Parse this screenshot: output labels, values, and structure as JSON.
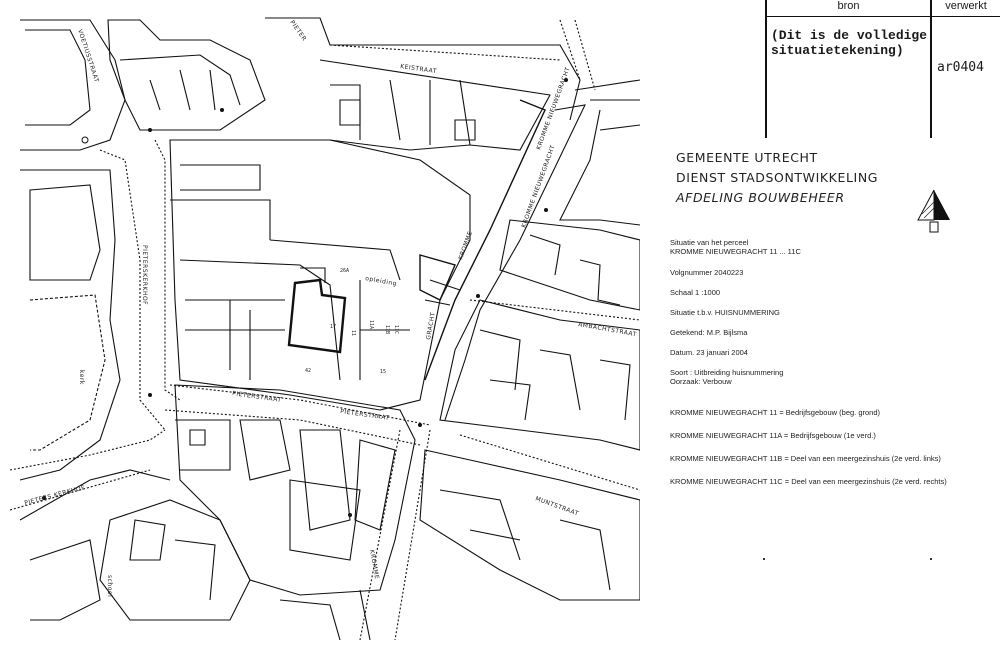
{
  "source_table": {
    "col_source": "bron",
    "col_processed": "verwerkt",
    "note": "(Dit is de volledige situatietekening)",
    "code": "ar0404"
  },
  "organization": {
    "line1": "GEMEENTE  UTRECHT",
    "line2": "DIENST STADSONTWIKKELING",
    "line3": "AFDELING BOUWBEHEER"
  },
  "details": {
    "situation_label": "Situatie van het perceel",
    "parcel": "KROMME NIEUWEGRACHT 11 ... 11C",
    "sequence": "Volgnummer 2040223",
    "scale": "Schaal 1 :1000",
    "purpose": "Situatie t.b.v. HUISNUMMERING",
    "drawn_by": "Getekend: M.P. Bijlsma",
    "date": "Datum. 23 januari 2004",
    "kind": "Soort : Uitbreiding huisnummering",
    "cause": "Oorzaak: Verbouw"
  },
  "buildings": [
    "KROMME NIEUWEGRACHT 11 = Bedrijfsgebouw  (beg. grond)",
    "KROMME NIEUWEGRACHT 11A = Bedrijfsgebouw (1e verd.)",
    "KROMME NIEUWEGRACHT 11B = Deel van een meergezinshuis (2e verd. links)",
    "KROMME NIEUWEGRACHT 11C = Deel van een meergezinshuis (2e verd. rechts)"
  ],
  "map": {
    "streets": {
      "keistraat": "KEISTRAAT",
      "voetiusstraat": "VOETIUSSTRAAT",
      "pieterskerkhof": "PIETERSKERKHOF",
      "pieterstraat_1": "PIETERSTRAAT",
      "pieterstraat_2": "PIETERSTRAAT",
      "pieterskerkhof_2": "PIETERS KERKHOF",
      "kromme_nieuwegracht_1": "KROMME NIEUWEGRACHT",
      "kromme_nieuwegracht_2": "KROMME NIEUWEGRACHT",
      "ambachtstraat": "AMBACHTSTRAAT",
      "muntstraat": "MUNTSTRAAT",
      "gracht": "GRACHT",
      "kromme_1": "KROMME",
      "kromme_2": "KROMME",
      "opleiding": "opleiding",
      "kerk": "kerk",
      "school": "school",
      "pieter": "PIETER"
    },
    "parcel_labels": {
      "n11": "11",
      "n11a": "11A",
      "n11b": "11B",
      "n11c": "11C",
      "n26a": "26A",
      "n17": "17",
      "n15": "15",
      "n42": "42"
    }
  }
}
